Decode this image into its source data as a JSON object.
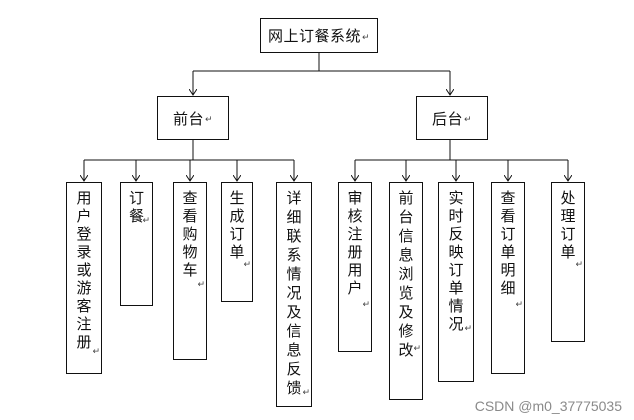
{
  "root": {
    "label": "网上订餐系统",
    "mark": "↵"
  },
  "front": {
    "label": "前台",
    "mark": "↵",
    "children": [
      {
        "label": "用户登录或游客注册",
        "mark": "↵"
      },
      {
        "label": "订餐",
        "mark": "↵"
      },
      {
        "label": "查看购物车",
        "mark": "↵"
      },
      {
        "label": "生成订单",
        "mark": "↵"
      },
      {
        "label": "详细联系情况及信息反馈",
        "mark": "↵"
      }
    ]
  },
  "back": {
    "label": "后台",
    "mark": "↵",
    "children": [
      {
        "label": "审核注册用户",
        "mark": "↵"
      },
      {
        "label": "前台信息浏览及修改",
        "mark": "↵"
      },
      {
        "label": "实时反映订单情况",
        "mark": "↵"
      },
      {
        "label": "查看订单明细",
        "mark": "↵"
      },
      {
        "label": "处理订单",
        "mark": "↵"
      }
    ]
  },
  "watermark": "CSDN @m0_37775035"
}
